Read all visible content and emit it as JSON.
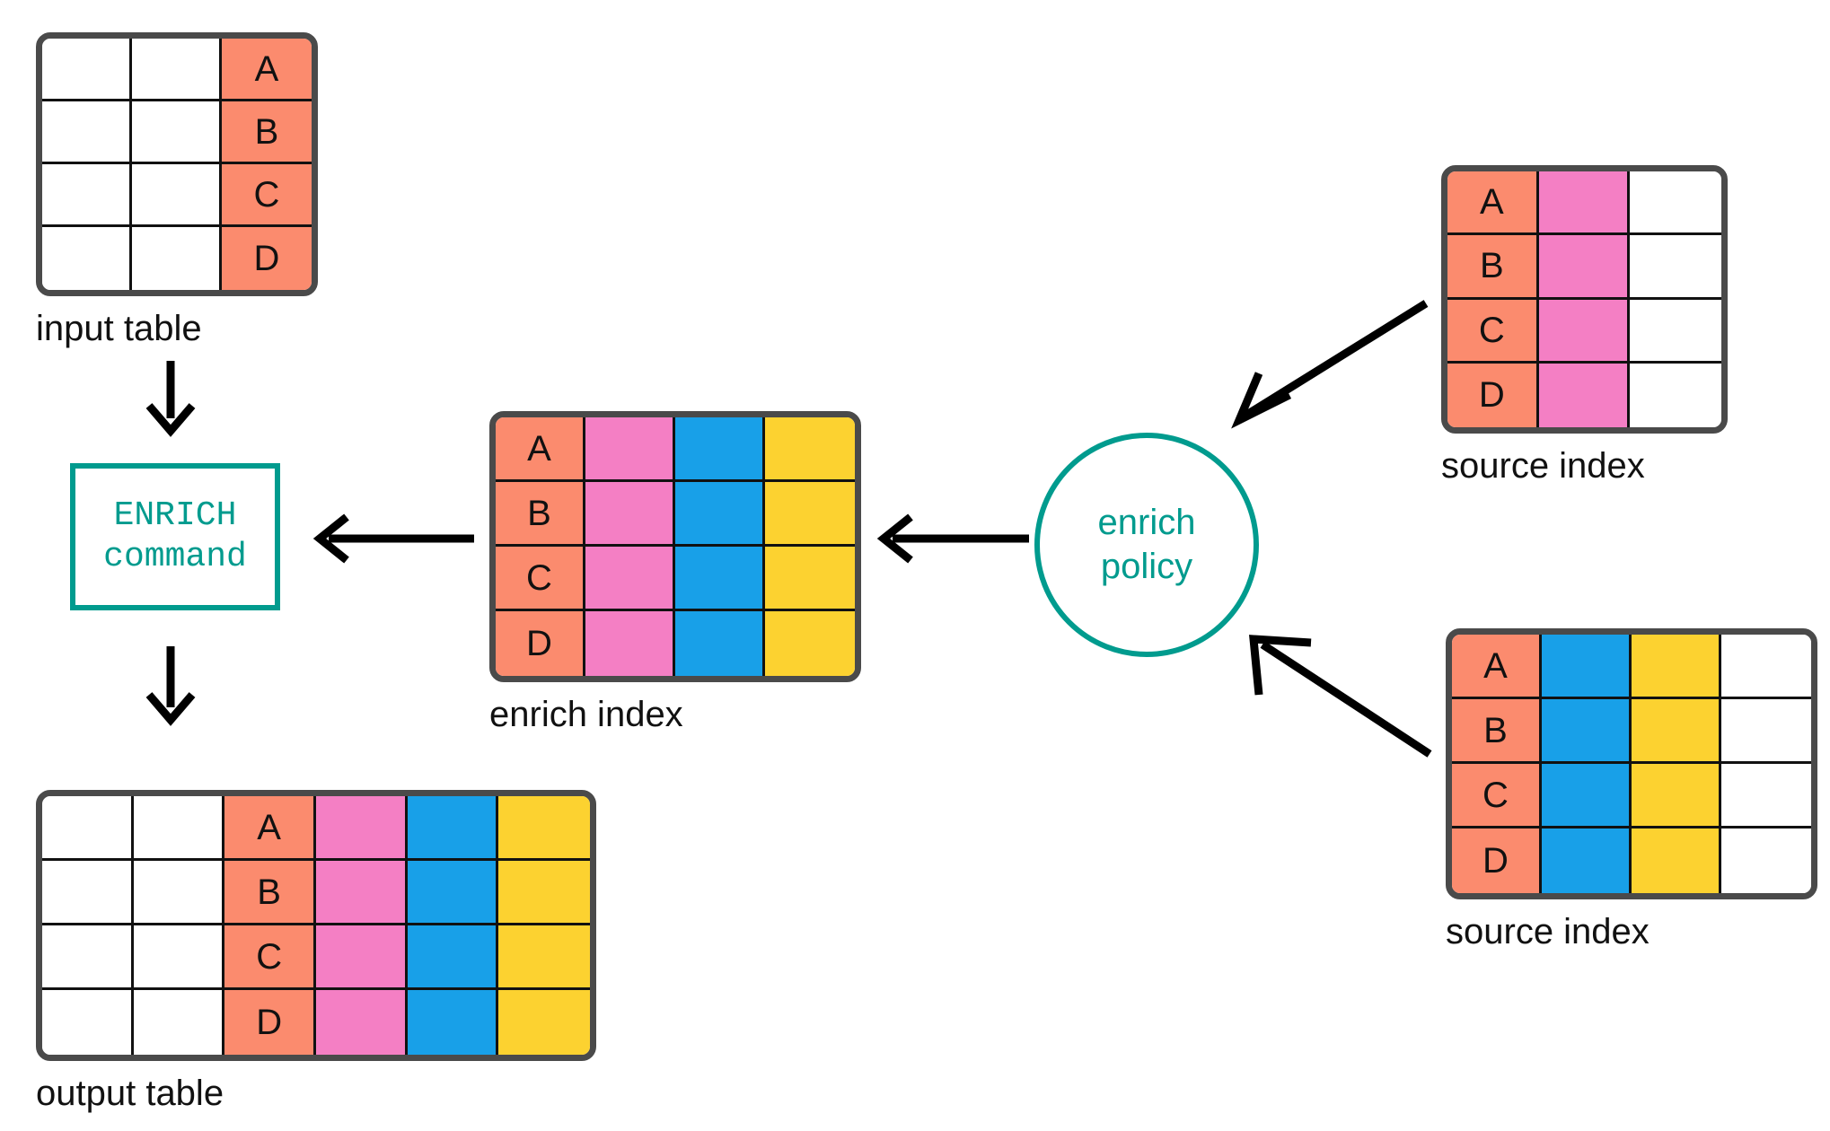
{
  "palette": {
    "salmon": "#fb8b6e",
    "pink": "#f47fc4",
    "blue": "#18a0e8",
    "yellow": "#fcd230",
    "white": "#ffffff",
    "teal": "#009b8e",
    "frame": "#4a4a4a",
    "gridline": "#111111",
    "arrow": "#000000",
    "text": "#111111",
    "background": "#ffffff"
  },
  "keys": [
    "A",
    "B",
    "C",
    "D"
  ],
  "input_table": {
    "caption": "input table",
    "columns": [
      "white",
      "white",
      "salmon"
    ],
    "key_column_index": 2,
    "rows": [
      [
        "",
        "",
        "A"
      ],
      [
        "",
        "",
        "B"
      ],
      [
        "",
        "",
        "C"
      ],
      [
        "",
        "",
        "D"
      ]
    ]
  },
  "enrich_command": {
    "line1": "ENRICH",
    "line2": "command"
  },
  "enrich_index": {
    "caption": "enrich index",
    "columns": [
      "salmon",
      "pink",
      "blue",
      "yellow"
    ],
    "key_column_index": 0,
    "rows": [
      [
        "A",
        "",
        "",
        ""
      ],
      [
        "B",
        "",
        "",
        ""
      ],
      [
        "C",
        "",
        "",
        ""
      ],
      [
        "D",
        "",
        "",
        ""
      ]
    ]
  },
  "enrich_policy": {
    "line1": "enrich",
    "line2": "policy"
  },
  "source_index_top": {
    "caption": "source index",
    "columns": [
      "salmon",
      "pink",
      "white"
    ],
    "key_column_index": 0,
    "rows": [
      [
        "A",
        "",
        ""
      ],
      [
        "B",
        "",
        ""
      ],
      [
        "C",
        "",
        ""
      ],
      [
        "D",
        "",
        ""
      ]
    ]
  },
  "source_index_bottom": {
    "caption": "source index",
    "columns": [
      "salmon",
      "blue",
      "yellow",
      "white"
    ],
    "key_column_index": 0,
    "rows": [
      [
        "A",
        "",
        "",
        ""
      ],
      [
        "B",
        "",
        "",
        ""
      ],
      [
        "C",
        "",
        "",
        ""
      ],
      [
        "D",
        "",
        "",
        ""
      ]
    ]
  },
  "output_table": {
    "caption": "output table",
    "columns": [
      "white",
      "white",
      "salmon",
      "pink",
      "blue",
      "yellow"
    ],
    "key_column_index": 2,
    "rows": [
      [
        "",
        "",
        "A",
        "",
        "",
        ""
      ],
      [
        "",
        "",
        "B",
        "",
        "",
        ""
      ],
      [
        "",
        "",
        "C",
        "",
        "",
        ""
      ],
      [
        "",
        "",
        "D",
        "",
        "",
        ""
      ]
    ]
  },
  "arrows": [
    {
      "name": "input-to-command",
      "direction": "down"
    },
    {
      "name": "command-to-output",
      "direction": "down"
    },
    {
      "name": "enrich-index-to-command",
      "direction": "left"
    },
    {
      "name": "policy-to-enrich-index",
      "direction": "left"
    },
    {
      "name": "source-index-top-to-policy",
      "direction": "down-left"
    },
    {
      "name": "source-index-bottom-to-policy",
      "direction": "up-left"
    }
  ]
}
